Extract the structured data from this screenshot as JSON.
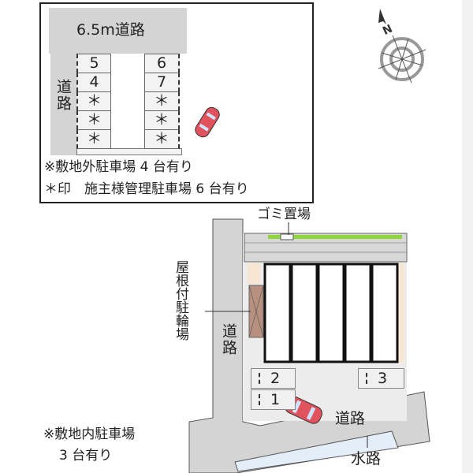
{
  "inset": {
    "road_top": "6.5m道路",
    "road_left": "道路",
    "left_spaces": [
      "5",
      "4",
      "＊",
      "＊",
      "＊"
    ],
    "right_spaces": [
      "6",
      "7",
      "＊",
      "＊",
      "＊"
    ],
    "note1": "※敷地外駐車場 4 台有り",
    "note2": "＊印　施主様管理駐車場 6 台有り"
  },
  "site": {
    "garbage": "ゴミ置場",
    "bicycle": "屋根付駐輪場",
    "road_left": "道路",
    "road_bottom": "道路",
    "waterway": "水路",
    "spaces": [
      "2",
      "1",
      "3"
    ],
    "note1": "※敷地内駐車場",
    "note2": "3 台有り"
  },
  "colors": {
    "road": "#d4d4d4",
    "water": "#e3eef9",
    "bike": "#b89080",
    "car": "#e0535c",
    "hedge": "#8fd63a"
  }
}
